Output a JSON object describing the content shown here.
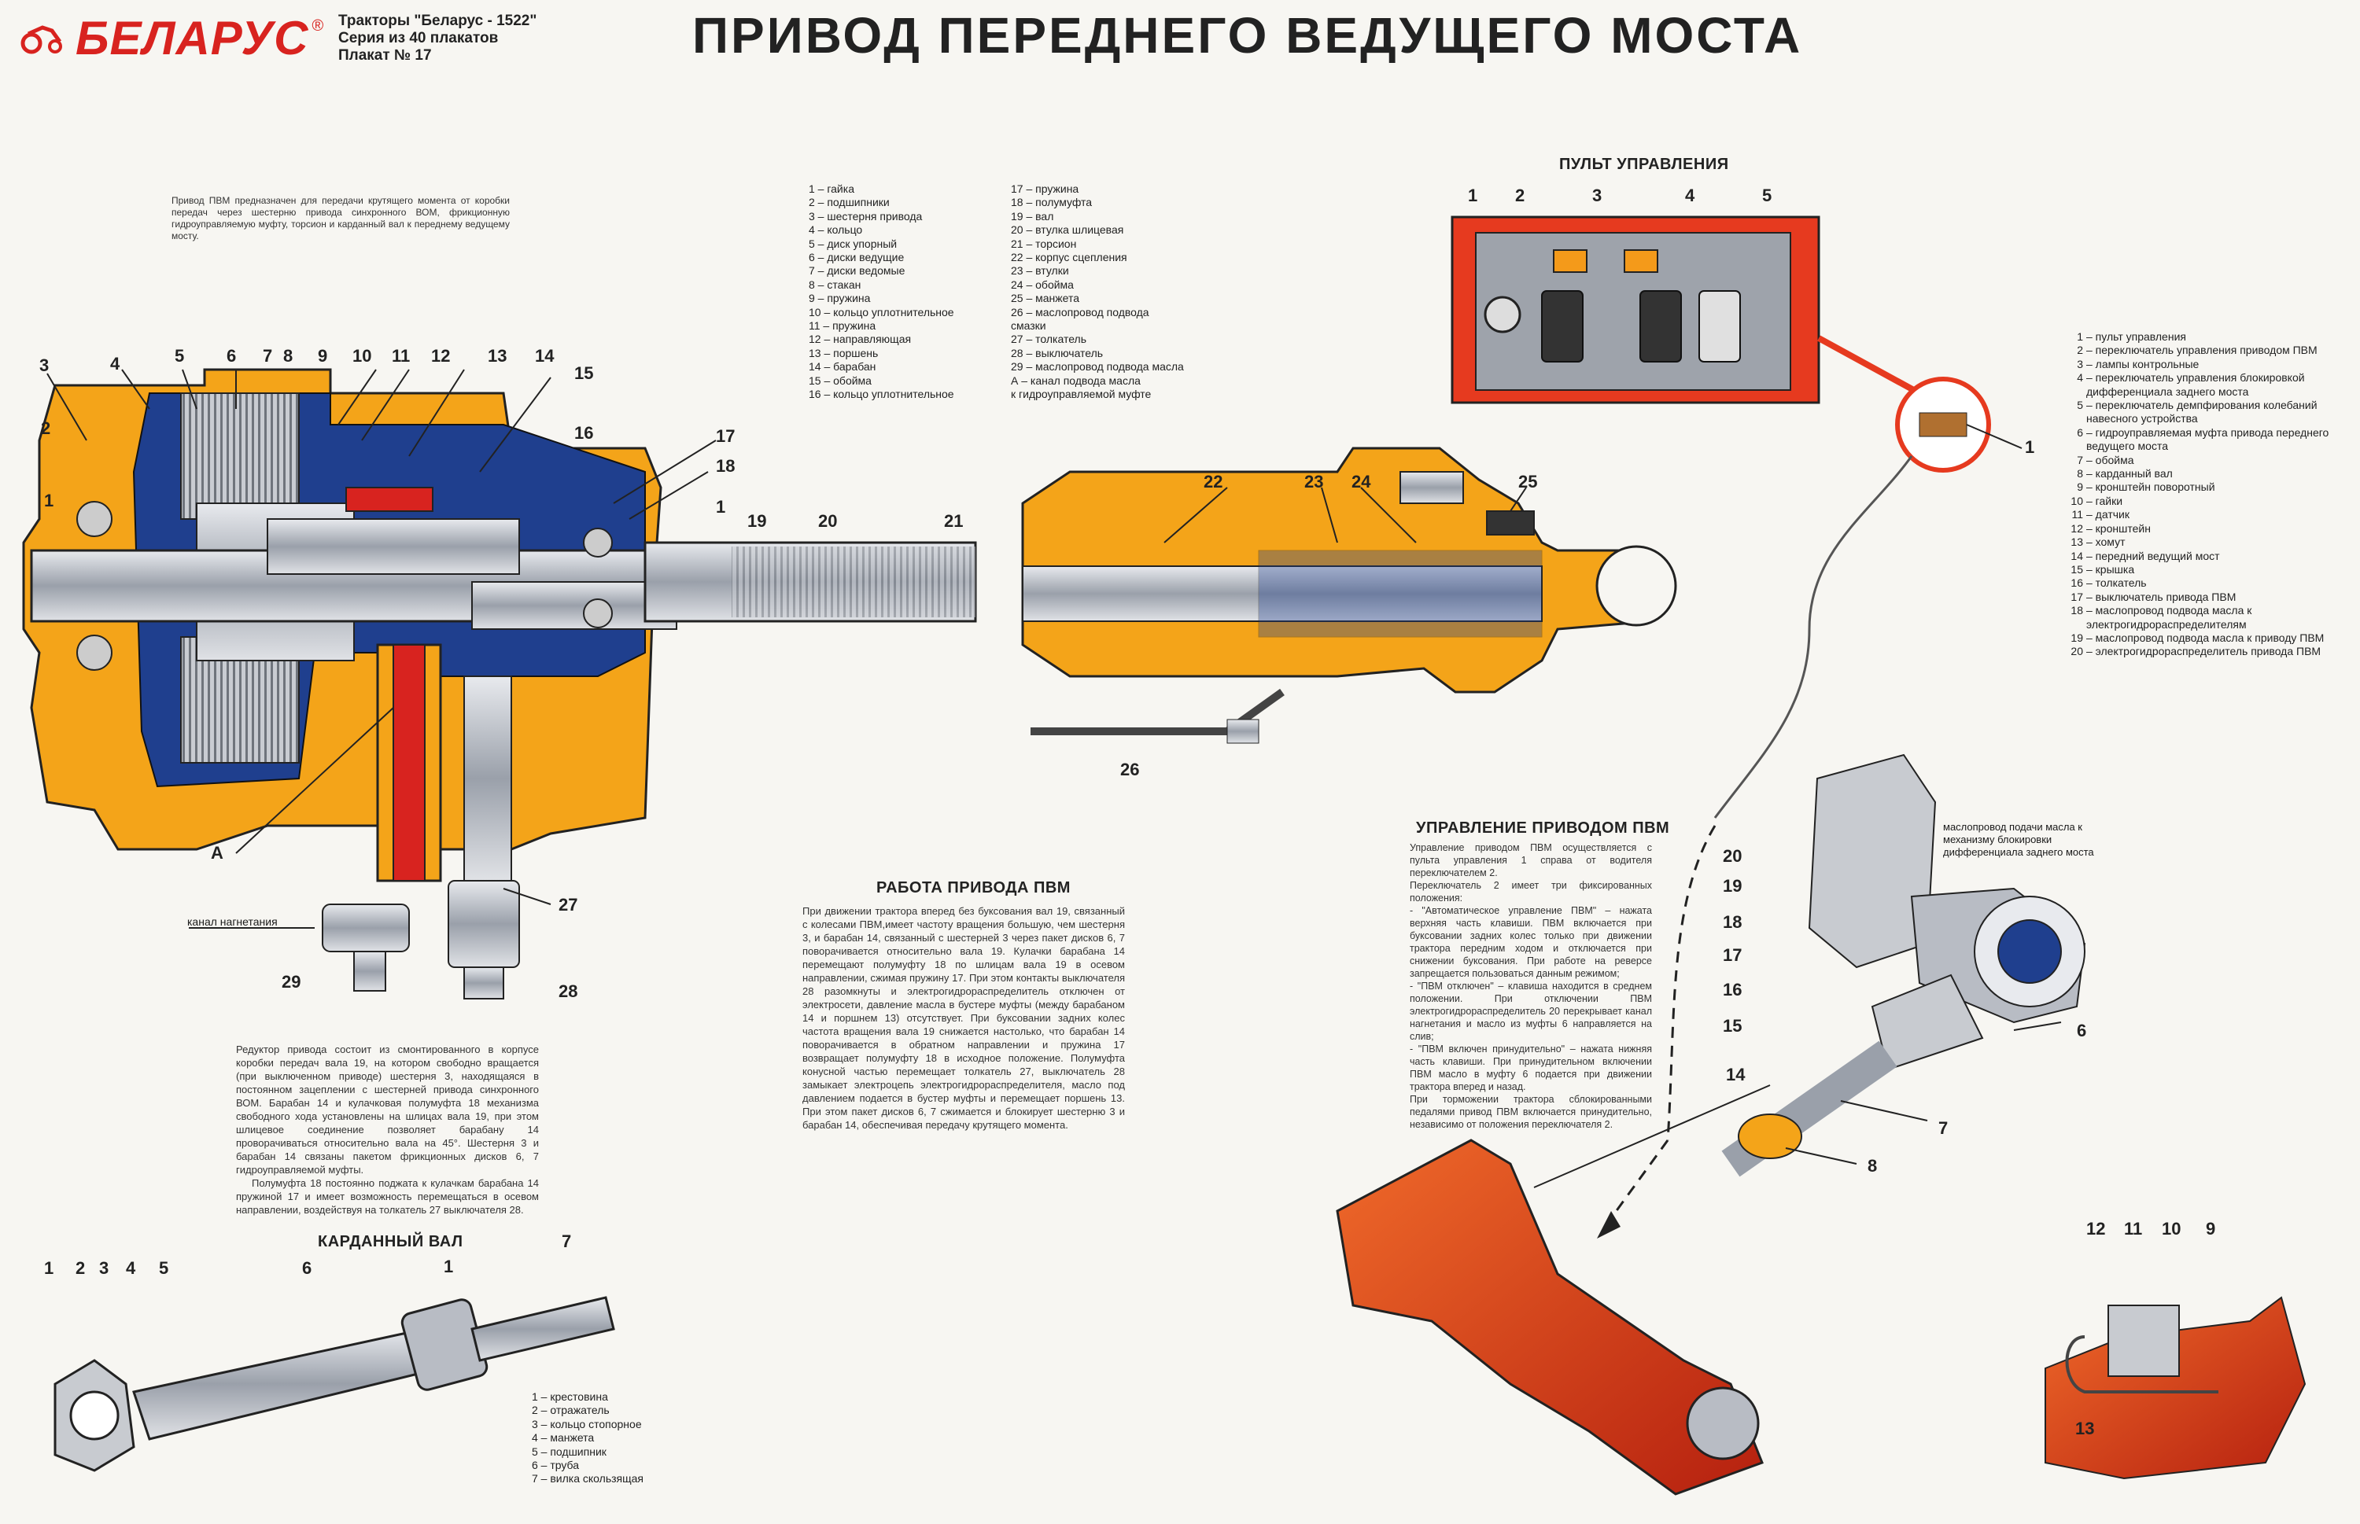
{
  "header": {
    "brand": "БЕЛАРУС",
    "reg": "®",
    "series_lines": [
      "Тракторы \"Беларус - 1522\"",
      "Серия из 40 плакатов",
      "Плакат № 17"
    ],
    "title": "ПРИВОД ПЕРЕДНЕГО ВЕДУЩЕГО МОСТА"
  },
  "intro_text": "Привод ПВМ предназначен для передачи крутящего момента от коробки передач через шестерню привода синхронного ВОМ, фрикционную гидроуправляемую муфту, торсион и карданный вал к переднему ведущему мосту.",
  "legend_main_left": [
    "1 – гайка",
    "2 – подшипники",
    "3 – шестерня привода",
    "4 – кольцо",
    "5 – диск упорный",
    "6 – диски ведущие",
    "7 – диски ведомые",
    "8 – стакан",
    "9 – пружина",
    "10 – кольцо уплотнительное",
    "11 – пружина",
    "12 – направляющая",
    "13 – поршень",
    "14 – барабан",
    "15 – обойма",
    "16 – кольцо уплотнительное"
  ],
  "legend_main_right": [
    "17 – пружина",
    "18 – полумуфта",
    "19 – вал",
    "20 – втулка шлицевая",
    "21 – торсион",
    "22 – корпус сцепления",
    "23 – втулки",
    "24 – обойма",
    "25 – манжета",
    "26 – маслопровод подвода",
    "смазки",
    "27 – толкатель",
    "28 – выключатель",
    "29 – маслопровод подвода масла",
    "А – канал подвода масла",
    "к гидроуправляемой муфте"
  ],
  "panel": {
    "title": "ПУЛЬТ УПРАВЛЕНИЯ",
    "callouts": [
      "1",
      "2",
      "3",
      "4",
      "5"
    ],
    "pointer_label": "1"
  },
  "legend_panel": [
    {
      "n": "1",
      "t": "– пульт управления"
    },
    {
      "n": "2",
      "t": "– переключатель управления приводом ПВМ"
    },
    {
      "n": "3",
      "t": "– лампы контрольные"
    },
    {
      "n": "4",
      "t": "– переключатель управления блокировкой дифференциала заднего моста"
    },
    {
      "n": "5",
      "t": "– переключатель демпфирования колебаний навесного устройства"
    },
    {
      "n": "6",
      "t": "– гидроуправляемая муфта привода переднего ведущего моста"
    },
    {
      "n": "7",
      "t": "– обойма"
    },
    {
      "n": "8",
      "t": "– карданный вал"
    },
    {
      "n": "9",
      "t": "– кронштейн поворотный"
    },
    {
      "n": "10",
      "t": "– гайки"
    },
    {
      "n": "11",
      "t": "– датчик"
    },
    {
      "n": "12",
      "t": "– кронштейн"
    },
    {
      "n": "13",
      "t": "– хомут"
    },
    {
      "n": "14",
      "t": "– передний ведущий мост"
    },
    {
      "n": "15",
      "t": "– крышка"
    },
    {
      "n": "16",
      "t": "– толкатель"
    },
    {
      "n": "17",
      "t": "– выключатель привода ПВМ"
    },
    {
      "n": "18",
      "t": "– маслопровод подвода масла к электрогидрораспределителям"
    },
    {
      "n": "19",
      "t": "– маслопровод подвода масла к приводу ПВМ"
    },
    {
      "n": "20",
      "t": "– электрогидрораспределитель привода ПВМ"
    }
  ],
  "main_callouts": {
    "top": [
      "3",
      "4",
      "5",
      "6",
      "7",
      "8",
      "9",
      "10",
      "11",
      "12",
      "13",
      "14",
      "15",
      "16",
      "17",
      "18"
    ],
    "left": [
      "2",
      "1"
    ],
    "shaft": [
      "1",
      "19",
      "20",
      "21",
      "22",
      "23",
      "24",
      "25"
    ],
    "bottom": [
      "A",
      "27",
      "29",
      "28",
      "26"
    ],
    "channel": "канал нагнетания"
  },
  "work": {
    "title": "РАБОТА ПРИВОДА ПВМ",
    "text": "При движении трактора вперед без буксования вал 19, связанный с колесами ПВМ,имеет частоту вращения большую, чем шестерня 3, и барабан 14, связанный с шестерней 3 через пакет дисков 6, 7 поворачивается относительно вала 19. Кулачки барабана 14 перемещают полумуфту 18 по шлицам вала 19 в осевом направлении, сжимая пружину 17. При этом контакты выключателя 28 разомкнуты и электрогидрораспределитель отключен от электросети, давление масла в бустере муфты (между барабаном 14 и поршнем 13) отсутствует. При буксовании задних колес частота вращения вала 19 снижается настолько, что барабан 14 поворачивается в обратном направлении и пружина 17 возвращает полумуфту 18 в исходное положение. Полумуфта конусной частью перемещает толкатель 27, выключатель 28 замыкает электроцепь электрогидрораспределителя, масло под давлением подается в бустер муфты и перемещает поршень 13. При этом пакет дисков 6, 7 сжимается и блокирует шестерню 3 и барабан 14, обеспечивая передачу крутящего момента."
  },
  "reducer_text": [
    "Редуктор привода состоит из смонтированного в корпусе коробки передач вала 19, на котором свободно вращается (при выключенном приводе) шестерня 3, находящаяся в постоянном зацеплении с шестерней привода синхронного ВОМ. Барабан 14 и кулачковая полумуфта 18 механизма свободного хода установлены на шлицах вала 19, при этом шлицевое соединение позволяет барабану 14 проворачиваться относительно вала на 45°. Шестерня 3 и барабан 14 связаны пакетом фрикционных дисков 6, 7 гидроуправляемой муфты.",
    "Полумуфта 18 постоянно поджата к кулачкам барабана 14 пружиной 17 и имеет возможность перемещаться в осевом направлении, воздействуя на толкатель 27 выключателя 28."
  ],
  "control": {
    "title": "УПРАВЛЕНИЕ ПРИВОДОМ ПВМ",
    "paras": [
      "Управление приводом ПВМ осуществляется с пульта управления 1 справа от водителя переключателем 2.",
      "Переключатель 2 имеет три фиксированных положения:",
      "- \"Автоматическое управление ПВМ\" – нажата верхняя часть клавиши. ПВМ включается при буксовании задних колес только при движении трактора передним ходом и отключается при снижении буксования. При работе на реверсе запрещается пользоваться данным режимом;",
      "- \"ПВМ отключен\" – клавиша находится в среднем положении. При отключении ПВМ электрогидрораспределитель 20 перекрывает канал нагнетания и масло из муфты 6 направляется на слив;",
      "- \"ПВМ включен принудительно\" – нажата нижняя часть клавиши. При принудительном включении ПВМ масло в муфту 6 подается при движении трактора вперед и назад.",
      "При торможении трактора сблокированными педалями привод ПВМ включается принудительно, независимо от положения переключателя 2."
    ]
  },
  "oil_note": "маслопровод подачи масла к механизму блокировки дифференциала заднего моста",
  "assembly_callouts": [
    "20",
    "19",
    "18",
    "17",
    "16",
    "15",
    "6",
    "14",
    "7",
    "8"
  ],
  "bracket_callouts": [
    "12",
    "11",
    "10",
    "9",
    "13"
  ],
  "cardan": {
    "title": "КАРДАННЫЙ ВАЛ",
    "callouts": [
      "1",
      "2",
      "3",
      "4",
      "5",
      "6",
      "1",
      "7"
    ],
    "legend": [
      "1 – крестовина",
      "2 – отражатель",
      "3 – кольцо стопорное",
      "4 – манжета",
      "5 – подшипник",
      "6 – труба",
      "7 – вилка скользящая"
    ]
  },
  "colors": {
    "housing": "#f4a419",
    "blue": "#1f3f8e",
    "red": "#d8231f",
    "steel": "#b8bcc4",
    "panel": "#e63a1f",
    "bg": "#f7f6f2"
  }
}
